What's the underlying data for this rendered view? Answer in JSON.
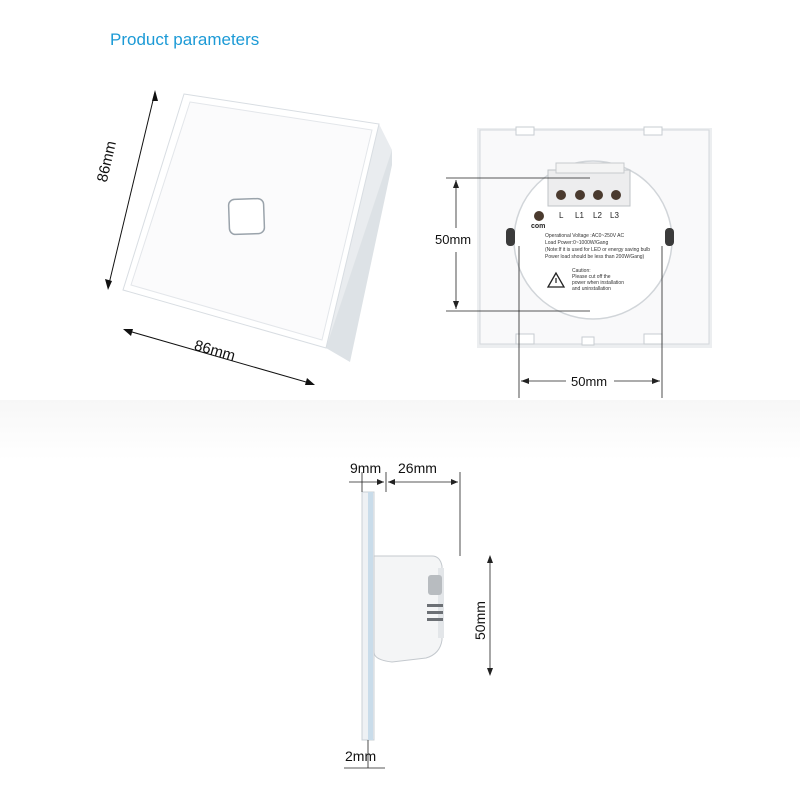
{
  "header": {
    "title": "Product parameters"
  },
  "front_view": {
    "height_label": "86mm",
    "width_label": "86mm"
  },
  "back_view": {
    "vertical_label": "50mm",
    "horizontal_label": "50mm",
    "terminals": [
      "L",
      "L1",
      "L2",
      "L3"
    ],
    "com_label": "com",
    "spec_lines": [
      "Operational Voltage :AC0~250V AC",
      "Load Power:0~1000W/Gang",
      "(Note:If it is used for LED or energy saving bulb",
      "Power load should be less than 200W/Gang)"
    ],
    "caution_lines": [
      "Caution:",
      "Please cut off the",
      "power when installation",
      "and uninstallation"
    ]
  },
  "side_view": {
    "glass_label": "9mm",
    "depth_label": "26mm",
    "height_label": "50mm",
    "bottom_label": "2mm"
  }
}
